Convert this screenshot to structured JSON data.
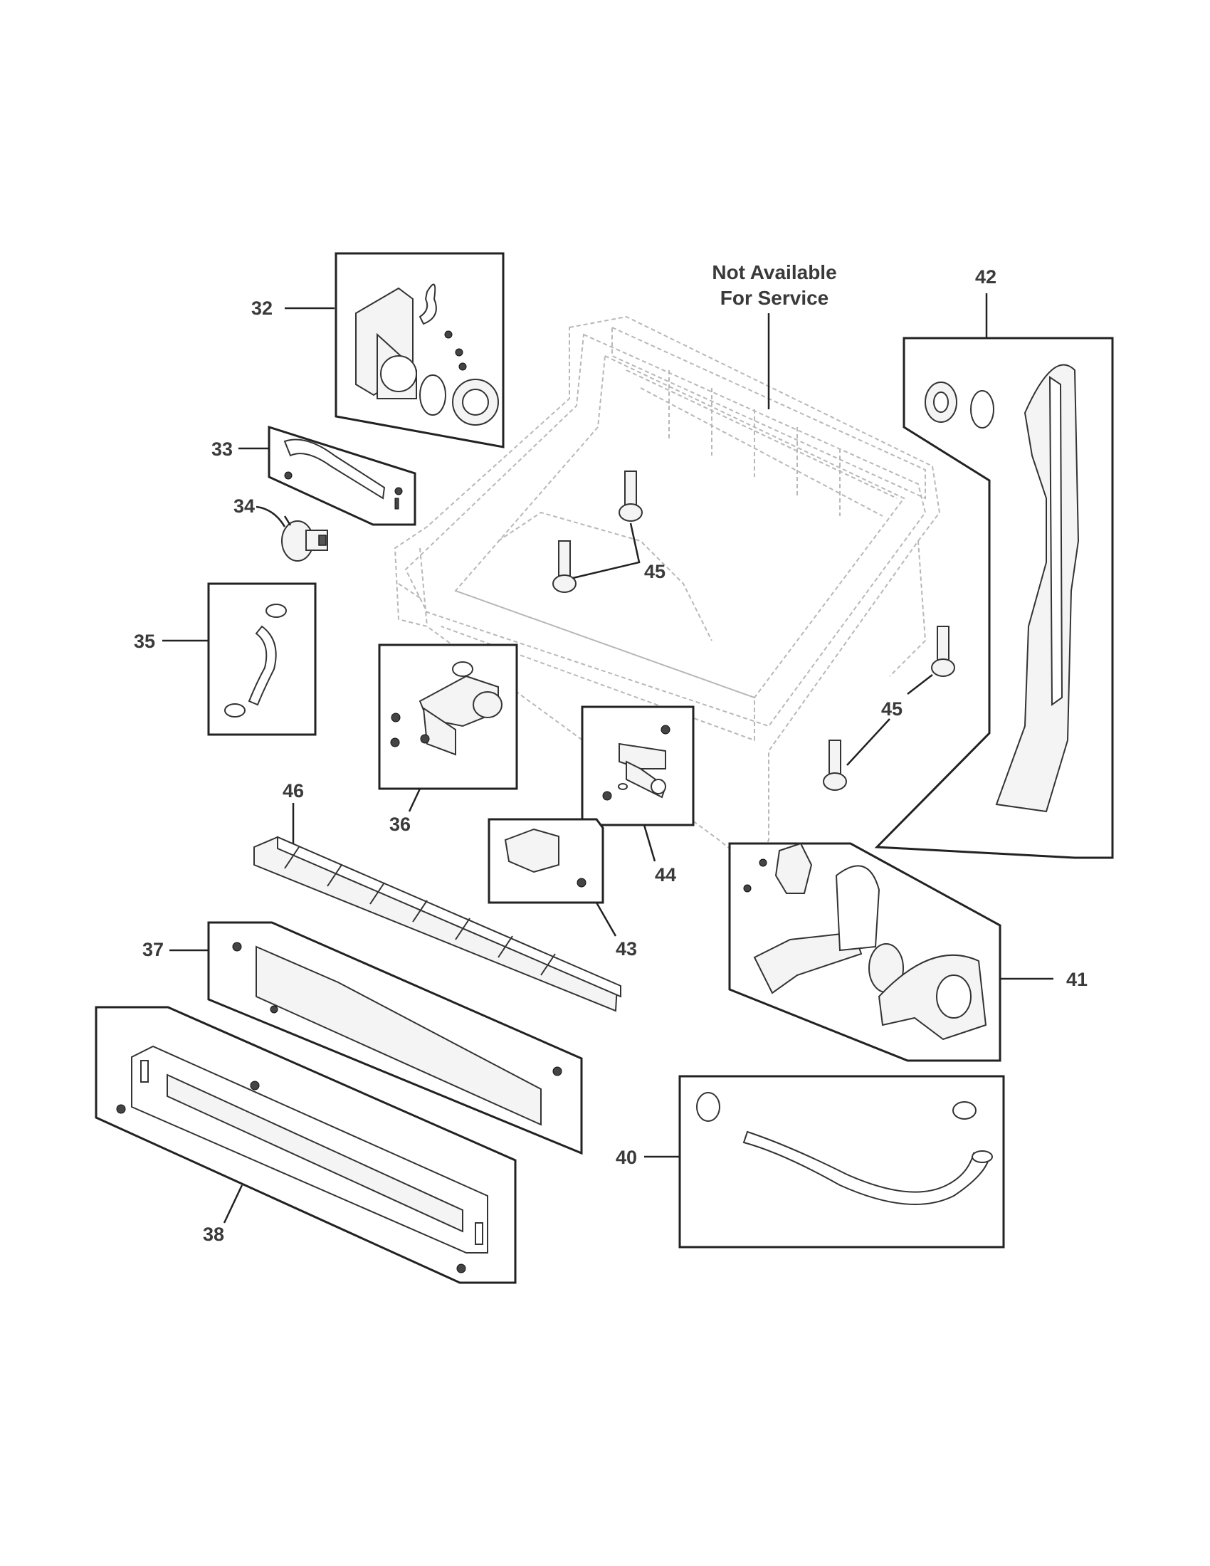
{
  "diagram": {
    "note": [
      "Not Available",
      "For Service"
    ],
    "callouts": {
      "c32": "32",
      "c33": "33",
      "c34": "34",
      "c35": "35",
      "c36": "36",
      "c37": "37",
      "c38": "38",
      "c40": "40",
      "c41": "41",
      "c42": "42",
      "c43": "43",
      "c44": "44",
      "c45a": "45",
      "c45b": "45",
      "c46": "46"
    }
  }
}
